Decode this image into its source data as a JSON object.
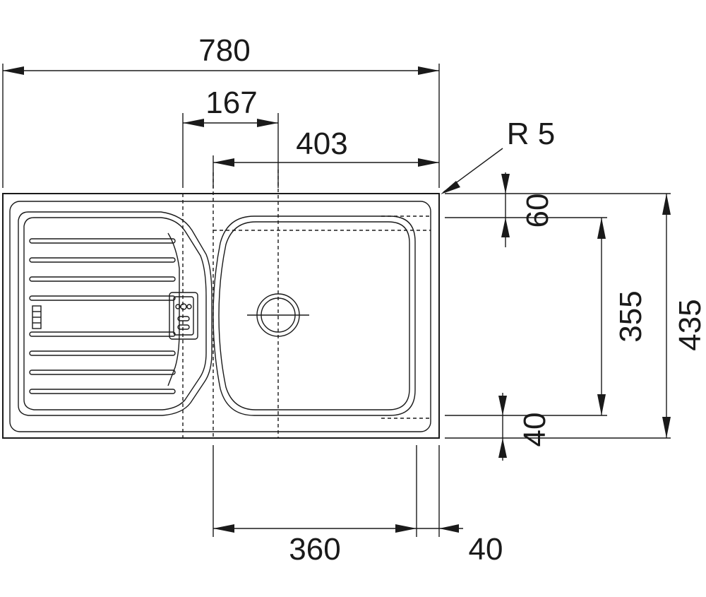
{
  "dimensions": {
    "overall_width": "780",
    "drainer_offset": "167",
    "bowl_offset": "403",
    "corner_radius": "R 5",
    "top_margin": "60",
    "bowl_depth": "355",
    "overall_depth": "435",
    "bottom_margin": "40",
    "bowl_width": "360",
    "right_margin": "40"
  },
  "colors": {
    "line": "#1a1a1a",
    "background": "#ffffff"
  }
}
